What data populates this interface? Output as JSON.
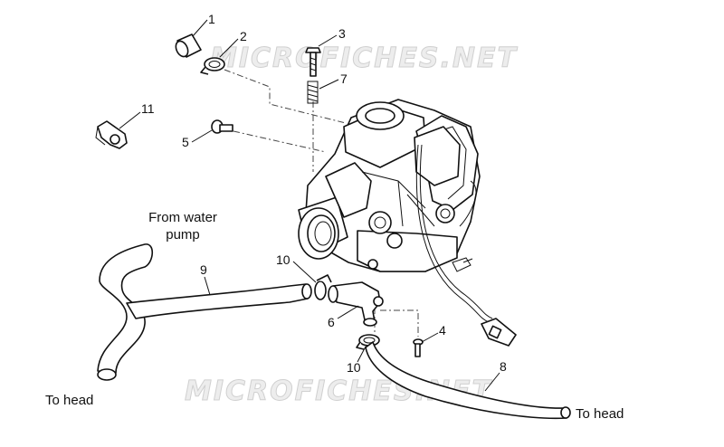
{
  "watermarks": [
    "MICROFICHES.NET",
    "MICROFICHES.NET"
  ],
  "labels": {
    "from_water_pump_line1": "From water",
    "from_water_pump_line2": "pump",
    "to_head_left": "To head",
    "to_head_right": "To head"
  },
  "callouts": [
    "1",
    "2",
    "3",
    "7",
    "11",
    "5",
    "10",
    "9",
    "6",
    "4",
    "10",
    "8"
  ]
}
